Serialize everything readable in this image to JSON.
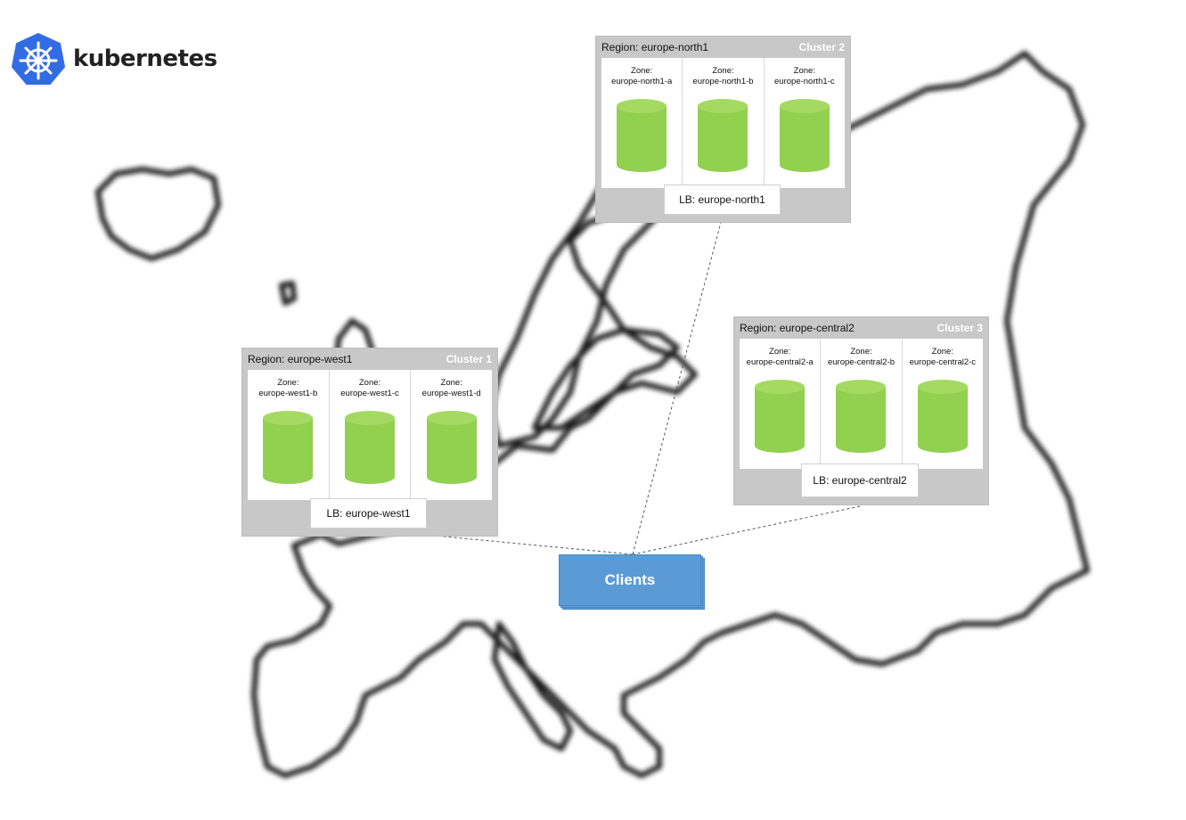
{
  "logo": {
    "text": "kubernetes",
    "icon": "kubernetes-helm-icon",
    "color": "#326ce5"
  },
  "colors": {
    "cylinder": "#92d050",
    "panel": "#c8c8c8",
    "clients": "#5b9bd5"
  },
  "clusters": [
    {
      "region": "Region: europe-west1",
      "name": "Cluster 1",
      "zones": [
        {
          "label": "Zone:",
          "value": "europe-west1-b"
        },
        {
          "label": "Zone:",
          "value": "europe-west1-c"
        },
        {
          "label": "Zone:",
          "value": "europe-west1-d"
        }
      ],
      "lb": "LB: europe-west1"
    },
    {
      "region": "Region: europe-north1",
      "name": "Cluster 2",
      "zones": [
        {
          "label": "Zone:",
          "value": "europe-north1-a"
        },
        {
          "label": "Zone:",
          "value": "europe-north1-b"
        },
        {
          "label": "Zone:",
          "value": "europe-north1-c"
        }
      ],
      "lb": "LB: europe-north1"
    },
    {
      "region": "Region: europe-central2",
      "name": "Cluster 3",
      "zones": [
        {
          "label": "Zone:",
          "value": "europe-central2-a"
        },
        {
          "label": "Zone:",
          "value": "europe-central2-b"
        },
        {
          "label": "Zone:",
          "value": "europe-central2-c"
        }
      ],
      "lb": "LB: europe-central2"
    }
  ],
  "clients": {
    "label": "Clients"
  }
}
